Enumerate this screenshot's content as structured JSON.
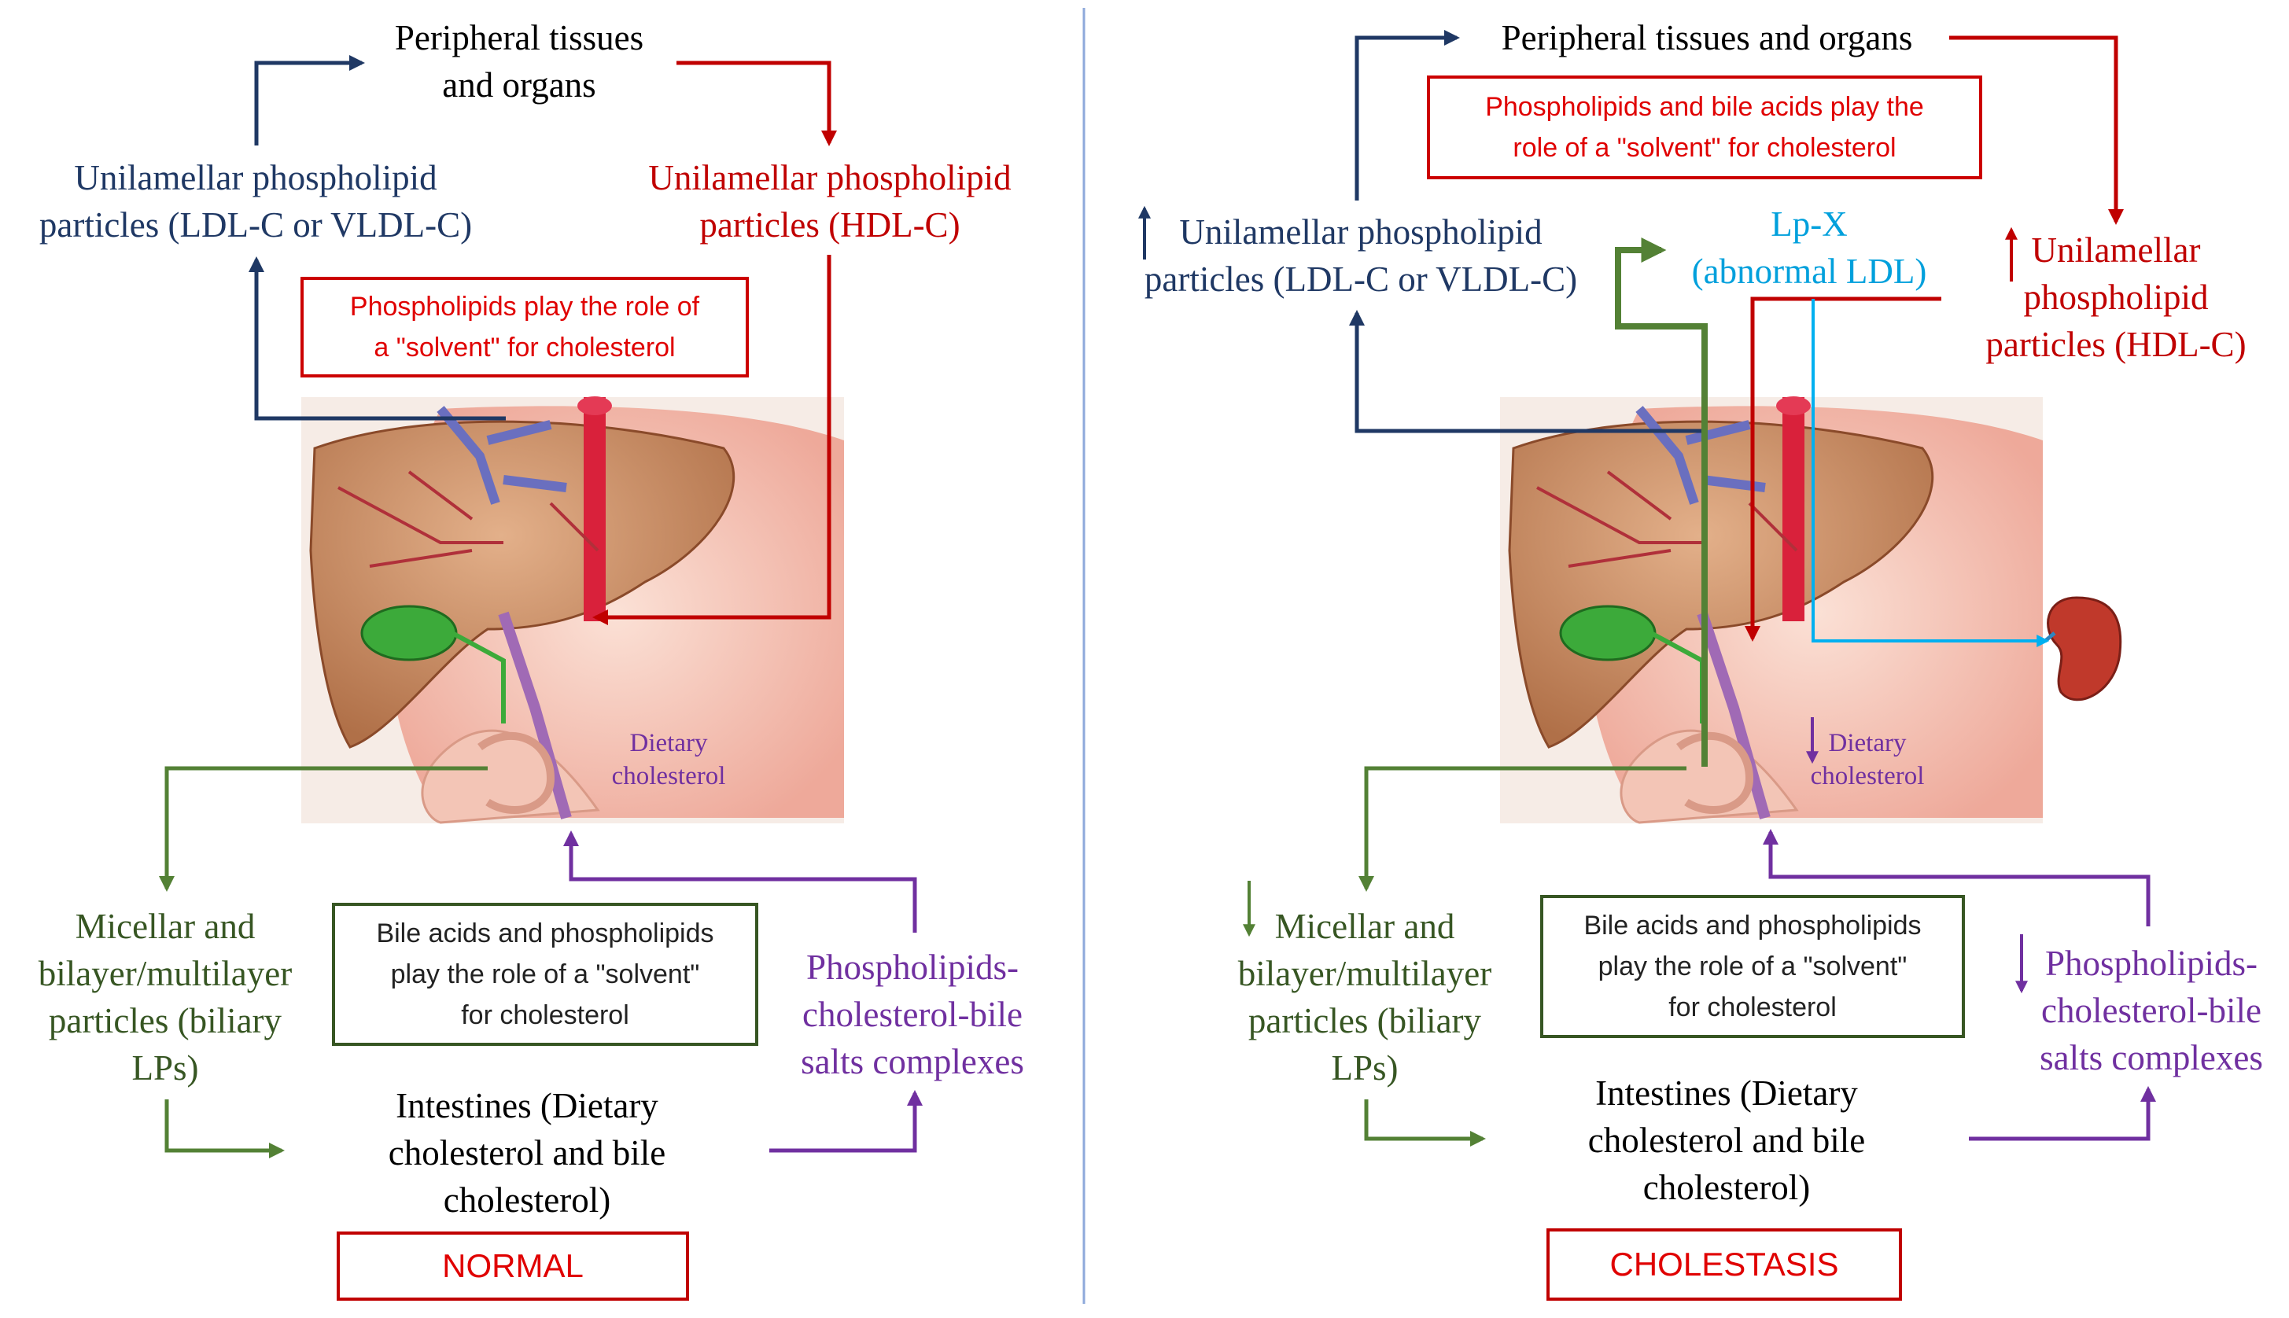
{
  "normal": {
    "title": "NORMAL",
    "peripheral": "Peripheral tissues\nand organs",
    "ldl": "Unilamellar phospholipid\nparticles (LDL-C or VLDL-C)",
    "hdl": "Unilamellar phospholipid\nparticles (HDL-C)",
    "solvent_box": "Phospholipids play the role of\na \"solvent\" for cholesterol",
    "dietary": "Dietary\ncholesterol",
    "micellar": "Micellar and\nbilayer/multilayer\nparticles  (biliary\nLPs)",
    "bile_box": "Bile acids and phospholipids\nplay the role of a \"solvent\"\nfor cholesterol",
    "complexes": "Phospholipids-\ncholesterol-bile\nsalts complexes",
    "intestines": "Intestines (Dietary\ncholesterol and bile\ncholesterol)"
  },
  "cholestasis": {
    "title": "CHOLESTASIS",
    "peripheral": "Peripheral tissues and organs",
    "solvent_box": "Phospholipids and bile acids play the\nrole of a \"solvent\" for cholesterol",
    "ldl": "Unilamellar phospholipid\nparticles (LDL-C or VLDL-C)",
    "lpx": "Lp-X\n(abnormal LDL)",
    "hdl": "Unilamellar\nphospholipid\nparticles (HDL-C)",
    "dietary": "Dietary\ncholesterol",
    "micellar": "Micellar and\nbilayer/multilayer\nparticles  (biliary\nLPs)",
    "bile_box": "Bile acids and phospholipids\nplay the role of a \"solvent\"\nfor cholesterol",
    "complexes": "Phospholipids-\ncholesterol-bile\nsalts complexes",
    "intestines": "Intestines (Dietary\ncholesterol and bile\ncholesterol)"
  },
  "colors": {
    "ldl_navy": "#1f3864",
    "hdl_red": "#c00000",
    "biliary_green": "#538135",
    "complex_purple": "#7030a0",
    "lpx_cyan": "#00b0f0",
    "divider_blue": "#8ea9db"
  },
  "icons": [
    "liver-illustration",
    "kidney-icon",
    "increase-arrow",
    "decrease-arrow"
  ]
}
